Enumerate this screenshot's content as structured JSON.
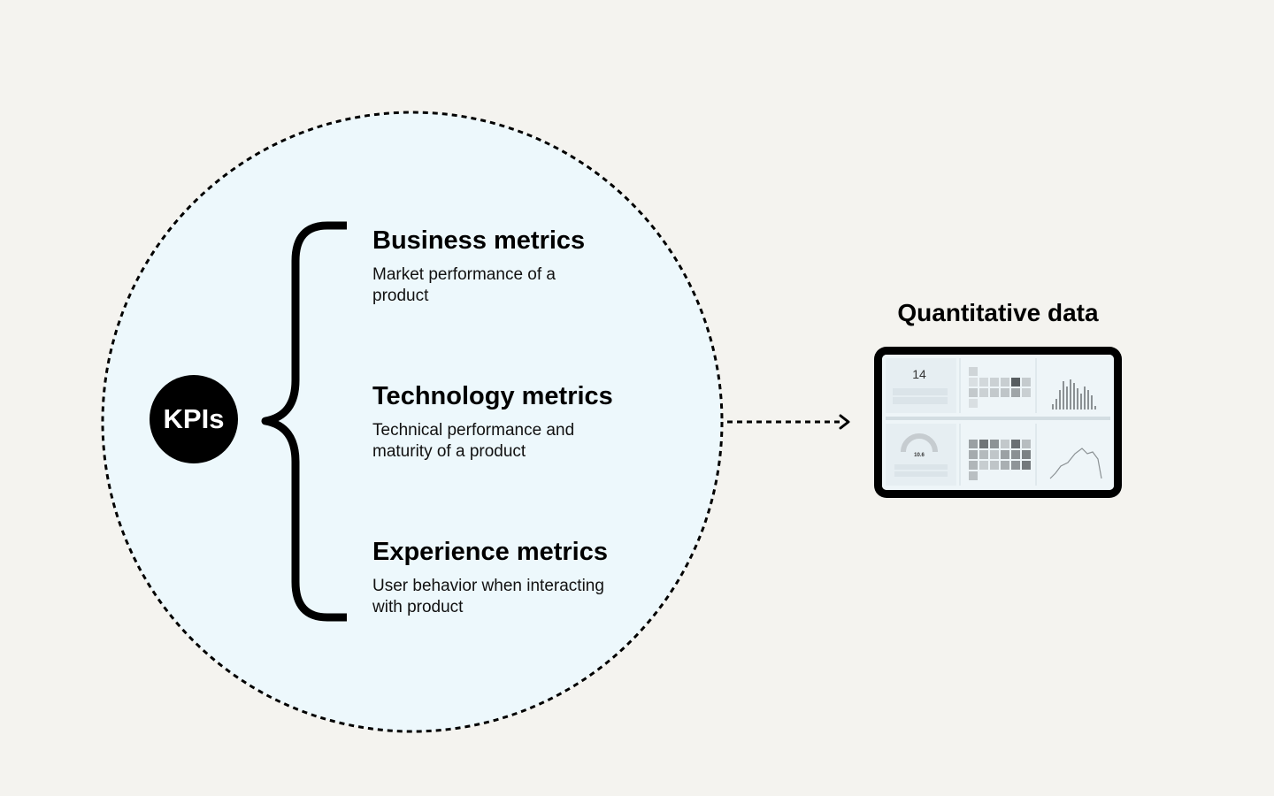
{
  "badge": {
    "label": "KPIs"
  },
  "metrics": [
    {
      "title": "Business metrics",
      "description": "Market performance of a product"
    },
    {
      "title": "Technology metrics",
      "description": "Technical performance and maturity of a product"
    },
    {
      "title": "Experience metrics",
      "description": "User behavior when interacting with product"
    }
  ],
  "output": {
    "title": "Quantitative data",
    "dashboard": {
      "active_value": "14",
      "gauge_value": "10.6"
    }
  },
  "colors": {
    "background": "#f4f3ef",
    "circle_fill": "#edf8fc",
    "ink": "#000000"
  }
}
